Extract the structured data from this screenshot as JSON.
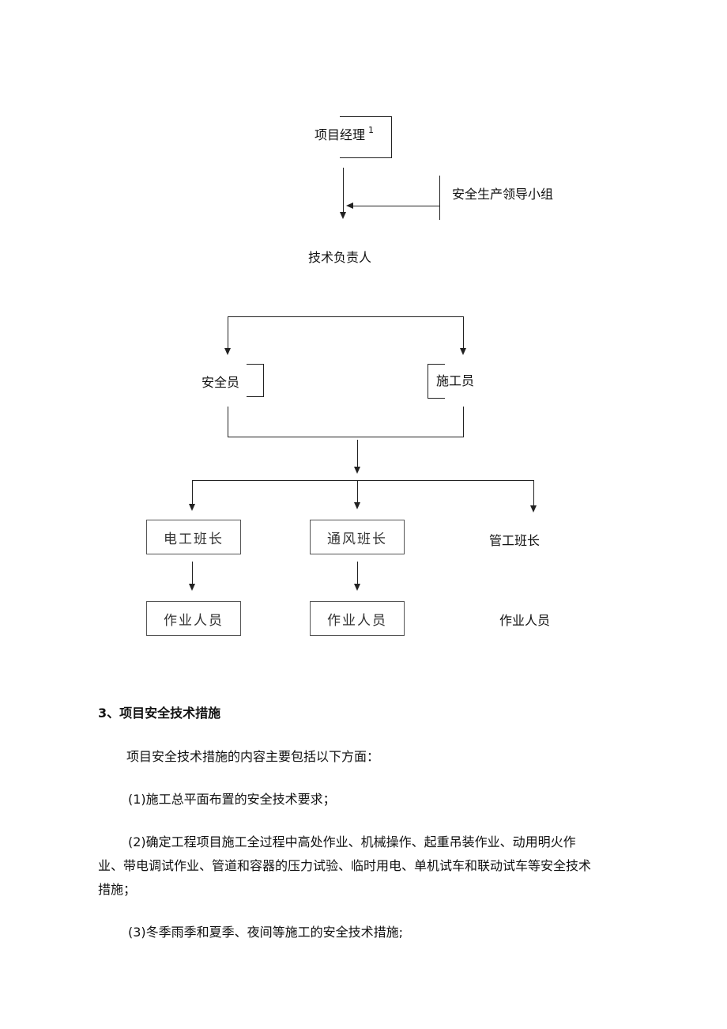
{
  "chart": {
    "project_manager": "项目经理",
    "pm_mark": "1",
    "safety_group": "安全生产领导小组",
    "tech_lead": "技术负责人",
    "safety_officer": "安全员",
    "construction_officer": "施工员",
    "electric_lead": "电工班长",
    "ventilation_lead": "通风班长",
    "pipe_lead": "管工班长",
    "workers_electric": "作业人员",
    "workers_ventilation": "作业人员",
    "workers_pipe": "作业人员"
  },
  "doc": {
    "section_heading": "3、项目安全技术措施",
    "intro": "项目安全技术措施的内容主要包括以下方面：",
    "items": [
      "(1)施工总平面布置的安全技术要求；",
      "(2)确定工程项目施工全过程中高处作业、机械操作、起重吊装作业、动用明火作",
      "业、带电调试作业、管道和容器的压力试验、临时用电、单机试车和联动试车等安全技术",
      "措施；",
      "(3)冬季雨季和夏季、夜间等施工的安全技术措施;"
    ]
  }
}
